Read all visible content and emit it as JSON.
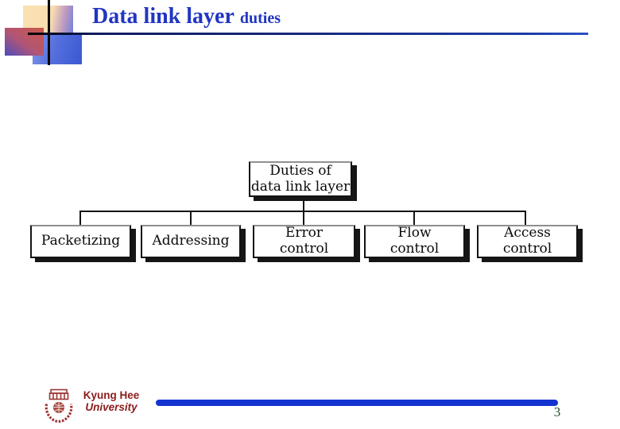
{
  "header": {
    "title_main": "Data link layer",
    "title_sub": "duties"
  },
  "diagram": {
    "type": "tree",
    "root": {
      "lines": [
        "Duties of",
        "data link layer"
      ]
    },
    "children": [
      {
        "lines": [
          "Packetizing"
        ]
      },
      {
        "lines": [
          "Addressing"
        ]
      },
      {
        "lines": [
          "Error",
          "control"
        ]
      },
      {
        "lines": [
          "Flow",
          "control"
        ]
      },
      {
        "lines": [
          "Access",
          "control"
        ]
      }
    ]
  },
  "footer": {
    "org_line1": "Kyung Hee",
    "org_line2": "University",
    "page_number": "3"
  },
  "colors": {
    "title_blue": "#2135c2",
    "header_rule_navy": "#17287e",
    "node_border": "#141414",
    "node_shadow": "#161616",
    "footer_bar_blue": "#1434d2",
    "org_text_red": "#8b1c1c",
    "page_number_green": "#1e4d2b"
  },
  "icons": {
    "university_emblem": "kyung-hee-crest"
  }
}
